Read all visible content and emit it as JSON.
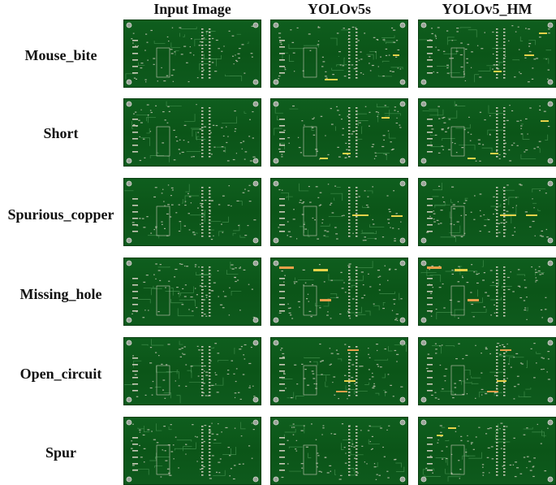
{
  "columns": [
    "Input Image",
    "YOLOv5s",
    "YOLOv5_HM"
  ],
  "rows": [
    {
      "label": "Mouse_bite"
    },
    {
      "label": "Short"
    },
    {
      "label": "Spurious_copper"
    },
    {
      "label": "Missing_hole"
    },
    {
      "label": "Open_circuit"
    },
    {
      "label": "Spur"
    }
  ],
  "colors": {
    "pcb_green": "#0d5a1c",
    "trace": "#3f8a4a",
    "pad": "#c9c9b8",
    "detection_box": "#e8d24a",
    "detection_box_alt": "#e8a04a"
  }
}
